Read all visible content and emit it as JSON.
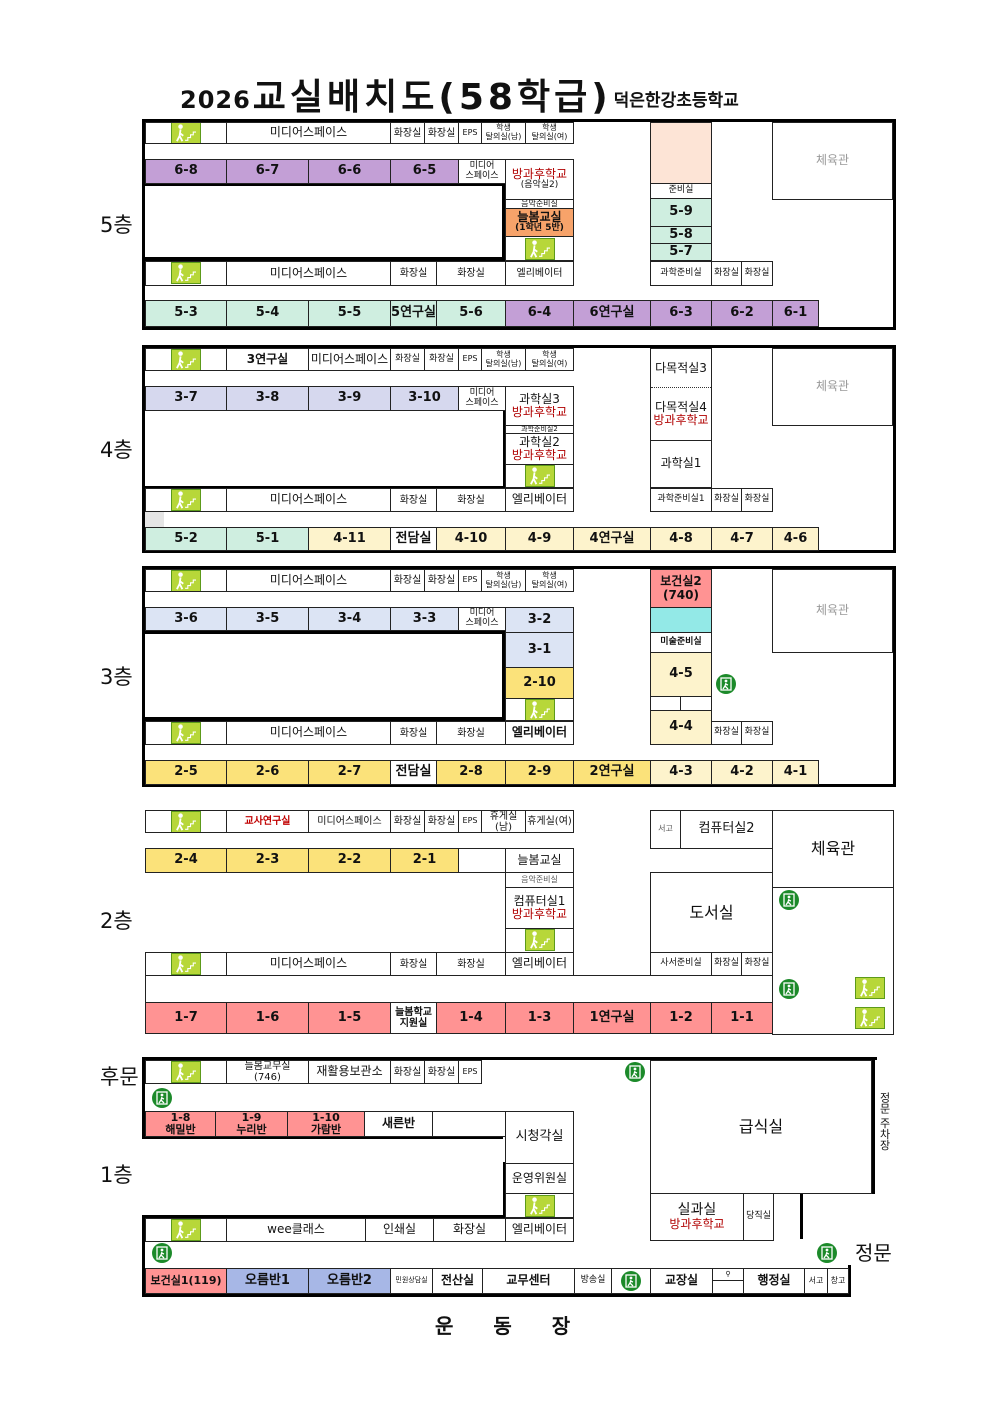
{
  "title": {
    "year": "2026",
    "main": "교실배치도(58학급)",
    "school": "덕은한강초등학교"
  },
  "floors": {
    "f5": {
      "label": "5층",
      "top_row": [
        "미디어스페이스",
        "화장실",
        "화장실",
        "EPS",
        "학생\n탈의실(남)",
        "학생\n탈의실(여)"
      ],
      "classes_upper": [
        "6-8",
        "6-7",
        "6-6",
        "6-5"
      ],
      "media_small": "미디어\n스페이스",
      "afterschool": "방과후학교",
      "music2": "(음악실2)",
      "music_prep": "음악준비실",
      "neulbom": "늘봄교실",
      "neulbom_sub": "(1학년 5반)",
      "prep": "준비실",
      "right_classes": [
        "5-9",
        "5-8",
        "5-7"
      ],
      "gym": "체육관",
      "mid_row": [
        "미디어스페이스",
        "화장실",
        "화장실",
        "엘리베이터"
      ],
      "science_prep": "과학준비실",
      "toilets_right": [
        "화장실",
        "화장실"
      ],
      "bottom_row": [
        "5-3",
        "5-4",
        "5-5",
        "5연구실",
        "5-6",
        "6-4",
        "6연구실",
        "6-3",
        "6-2",
        "6-1"
      ]
    },
    "f4": {
      "label": "4층",
      "top_row": [
        "3연구실",
        "미디어스페이스",
        "화장실",
        "화장실",
        "EPS",
        "학생\n탈의실(남)",
        "학생\n탈의실(여)"
      ],
      "classes_upper": [
        "3-7",
        "3-8",
        "3-9",
        "3-10"
      ],
      "media_small": "미디어\n스페이스",
      "sci3": "과학실3",
      "sci3_sub": "방과후학교",
      "sci_prep2": "과학준비실2",
      "sci2": "과학실2",
      "sci2_sub": "방과후학교",
      "multi3": "다목적실3",
      "multi4": "다목적실4",
      "multi4_sub": "방과후학교",
      "sci1": "과학실1",
      "gym": "체육관",
      "mid_row": [
        "미디어스페이스",
        "화장실",
        "화장실",
        "엘리베이터"
      ],
      "sci_prep1": "과학준비실1",
      "toilets_right": [
        "화장실",
        "화장실"
      ],
      "bottom_row": [
        "5-2",
        "5-1",
        "4-11",
        "전담실",
        "4-10",
        "4-9",
        "4연구실",
        "4-8",
        "4-7",
        "4-6"
      ]
    },
    "f3": {
      "label": "3층",
      "top_row": [
        "미디어스페이스",
        "화장실",
        "화장실",
        "EPS",
        "학생\n탈의실(남)",
        "학생\n탈의실(여)"
      ],
      "classes_upper": [
        "3-6",
        "3-5",
        "3-4",
        "3-3"
      ],
      "media_small": "미디어\n스페이스",
      "right_stack": [
        "3-2",
        "3-1",
        "2-10"
      ],
      "health2": "보건실2\n(740)",
      "art_prep": "미술준비실",
      "c45": "4-5",
      "c44": "4-4",
      "gym": "체육관",
      "mid_row": [
        "미디어스페이스",
        "화장실",
        "화장실",
        "엘리베이터"
      ],
      "toilets_right": [
        "화장실",
        "화장실"
      ],
      "bottom_row": [
        "2-5",
        "2-6",
        "2-7",
        "전담실",
        "2-8",
        "2-9",
        "2연구실",
        "4-3",
        "4-2",
        "4-1"
      ]
    },
    "f2": {
      "label": "2층",
      "top_row": [
        "교사연구실",
        "미디어스페이스",
        "화장실",
        "화장실",
        "EPS",
        "휴게실(남)",
        "휴게실(여)"
      ],
      "classes_upper": [
        "2-4",
        "2-3",
        "2-2",
        "2-1"
      ],
      "neulbom": "늘봄교실",
      "music_prep": "음악준비실",
      "comp1": "컴퓨터실1",
      "comp1_sub": "방과후학교",
      "storage": "서고",
      "comp2": "컴퓨터실2",
      "gym": "체육관",
      "library": "도서실",
      "librarian_prep": "사서준비실",
      "mid_row": [
        "미디어스페이스",
        "화장실",
        "화장실",
        "엘리베이터"
      ],
      "toilets_right": [
        "화장실",
        "화장실"
      ],
      "bottom_row": [
        "1-7",
        "1-6",
        "1-5",
        "늘봄학교\n지원실",
        "1-4",
        "1-3",
        "1연구실",
        "1-2",
        "1-1"
      ]
    },
    "f1": {
      "label": "1층",
      "back_gate": "후문",
      "top_row": [
        "늘봄교무실\n(746)",
        "재활용보관소",
        "화장실",
        "화장실",
        "EPS"
      ],
      "classes_upper": [
        "1-8\n해밀반",
        "1-9\n누리반",
        "1-10\n가람반",
        "새른반"
      ],
      "av_room": "시청각실",
      "committee": "운영위원실",
      "cafeteria": "급식실",
      "practical": "실과실",
      "practical_sub": "방과후학교",
      "duty": "당직실",
      "parking": "정문 주차장",
      "main_gate": "정문",
      "mid_row": [
        "wee클래스",
        "인쇄실",
        "화장실",
        "엘리베이터"
      ],
      "bottom_row": [
        "보건실1(119)",
        "오름반1",
        "오름반2",
        "민원상담실",
        "전산실",
        "교무센터",
        "방송실",
        "",
        "교장실",
        "",
        "행정실",
        "서고",
        "창고"
      ]
    }
  },
  "playground": "운동장",
  "icons": {
    "stairs": "stairs-icon",
    "exit": "emergency-exit-icon"
  },
  "colors": {
    "grade6": "#c39fd6",
    "grade5": "#cfeee0",
    "grade3_4f": "#d6d8ee",
    "grade4": "#fdf3cc",
    "grade2": "#fbe27a",
    "grade3": "#dce4f4",
    "grade1": "#ff9393",
    "afterschool_text": "#b00000",
    "stairs": "#b7d739",
    "exit": "#1c8a2a"
  }
}
